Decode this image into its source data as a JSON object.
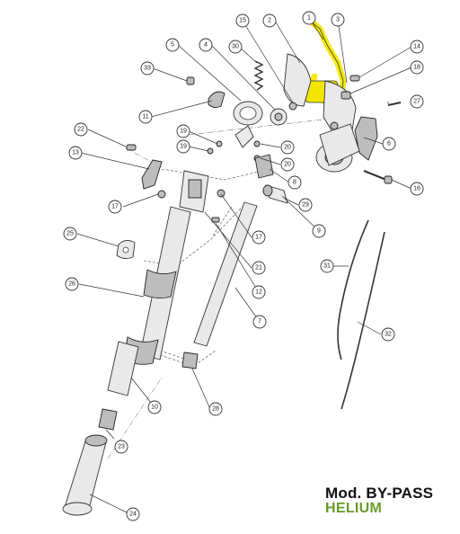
{
  "callouts": {
    "c1": "1",
    "c2": "2",
    "c3": "3",
    "c4": "4",
    "c5": "5",
    "c6": "6",
    "c7": "7",
    "c8": "8",
    "c9": "9",
    "c10": "10",
    "c11": "11",
    "c12": "12",
    "c13": "13",
    "c14": "14",
    "c15": "15",
    "c16": "16",
    "c17a": "17",
    "c17b": "17",
    "c18": "18",
    "c19a": "19",
    "c19b": "19",
    "c20a": "20",
    "c20b": "20",
    "c21": "21",
    "c22": "22",
    "c23": "23",
    "c24": "24",
    "c25": "25",
    "c26": "26",
    "c27": "27",
    "c28": "28",
    "c29": "29",
    "c30": "30",
    "c31": "31",
    "c32": "32",
    "c33": "33"
  },
  "model": {
    "name": "Mod. BY-PASS",
    "series": "HELIUM"
  },
  "colors": {
    "highlight": "#f2e600",
    "series_text": "#6a9a2a",
    "line": "#333333"
  }
}
